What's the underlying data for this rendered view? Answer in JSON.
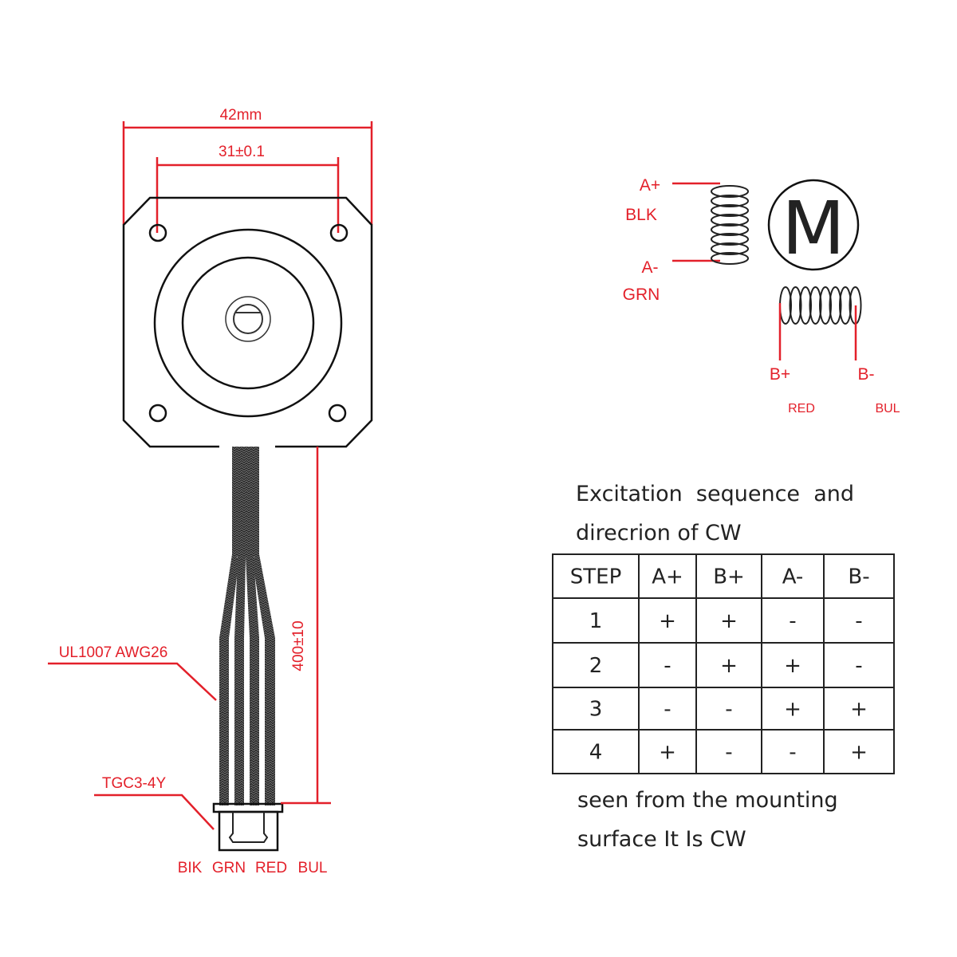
{
  "colors": {
    "annotation": "#e3202a",
    "drawing": "#111111",
    "background": "#ffffff"
  },
  "dimensions": {
    "width": "42mm",
    "hole_spacing": "31±0.1",
    "cable_length": "400±10",
    "wire_spec": "UL1007 AWG26",
    "connector": "TGC3-4Y"
  },
  "connector_wires": [
    "BIK",
    "GRN",
    "RED",
    "BUL"
  ],
  "schematic": {
    "motor_symbol": "M",
    "a_plus": "A+",
    "a_plus_color": "BLK",
    "a_minus": "A-",
    "a_minus_color": "GRN",
    "b_plus": "B+",
    "b_plus_color": "RED",
    "b_minus": "B-",
    "b_minus_color": "BUL"
  },
  "sequence": {
    "title_line1": "Excitation  sequence  and",
    "title_line2": "direcrion of CW",
    "headers": [
      "STEP",
      "A+",
      "B+",
      "A-",
      "B-"
    ],
    "rows": [
      [
        "1",
        "+",
        "+",
        "-",
        "-"
      ],
      [
        "2",
        "-",
        "+",
        "+",
        "-"
      ],
      [
        "3",
        "-",
        "-",
        "+",
        "+"
      ],
      [
        "4",
        "+",
        "-",
        "-",
        "+"
      ]
    ],
    "note_line1": "seen from the mounting",
    "note_line2": "surface It Is CW"
  }
}
